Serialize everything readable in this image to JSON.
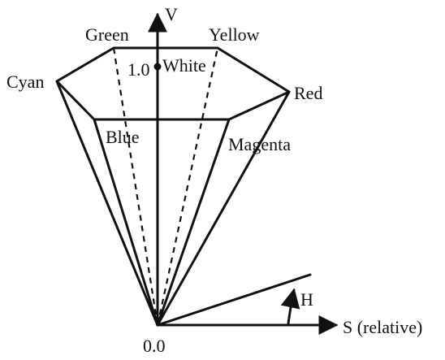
{
  "diagram": {
    "vertices": {
      "green": "Green",
      "yellow": "Yellow",
      "cyan": "Cyan",
      "red": "Red",
      "blue": "Blue",
      "magenta": "Magenta",
      "white": "White"
    },
    "axes": {
      "v": "V",
      "s": "S (relative)",
      "h": "H"
    },
    "values": {
      "top": "1.0",
      "origin": "0.0"
    }
  }
}
